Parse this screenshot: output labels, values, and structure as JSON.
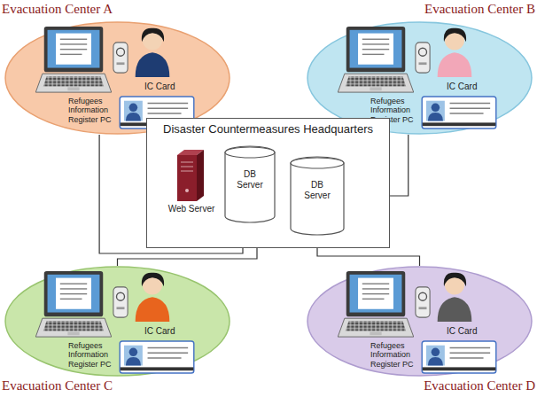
{
  "diagram": {
    "nodes": [
      {
        "text": [
          "Evacuation Center A",
          "IC Card",
          "Refugees Information Register PC"
        ]
      },
      {
        "text": [
          "Evacuation Center B",
          "IC Card",
          "Refugees Information Register PC"
        ]
      },
      {
        "text": [
          "Disaster Countermeasures Headquarters"
        ]
      },
      {
        "text": [
          "Web Server"
        ],
        "in": 2
      },
      {
        "text": [
          "DB Server"
        ],
        "in": 2
      },
      {
        "text": [
          "DB Server"
        ],
        "in": 2
      },
      {
        "text": [
          "Evacuation Center C",
          "IC Card",
          "Refugees Information Register PC"
        ]
      },
      {
        "text": [
          "Evacuation Center D",
          "IC Card",
          "Refugees Information Register PC"
        ]
      }
    ],
    "edges": [
      {
        "from": 0,
        "to": 4,
        "arrow": "none"
      },
      {
        "from": 1,
        "to": 5,
        "arrow": "none"
      },
      {
        "from": 6,
        "to": 4,
        "arrow": "none"
      },
      {
        "from": 7,
        "to": 5,
        "arrow": "none"
      }
    ]
  }
}
